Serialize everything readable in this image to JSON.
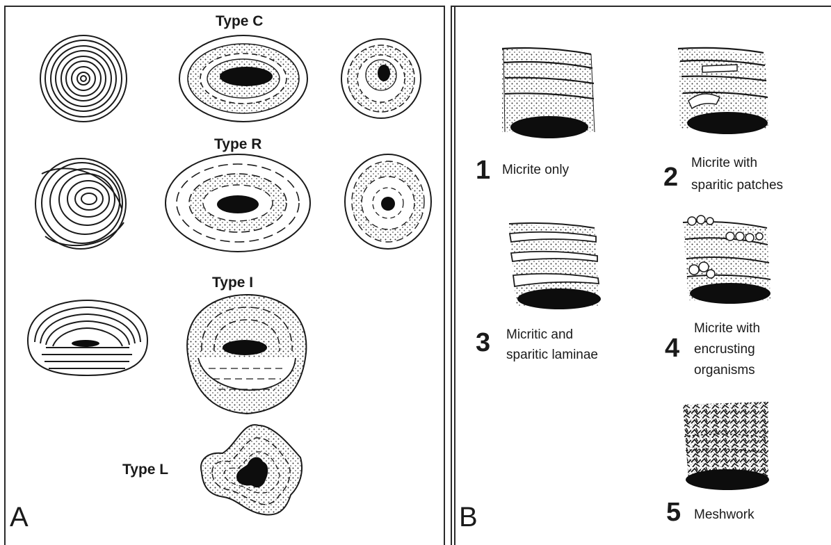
{
  "panel_a": {
    "letter": "A",
    "types": [
      "Type  C",
      "Type R",
      "Type  I",
      "Type  L"
    ]
  },
  "panel_b": {
    "letter": "B",
    "fabrics": [
      {
        "num": "1",
        "line1": "Micrite only",
        "line2": "",
        "line3": ""
      },
      {
        "num": "2",
        "line1": "Micrite with",
        "line2": "sparitic patches",
        "line3": ""
      },
      {
        "num": "3",
        "line1": "Micritic and",
        "line2": "sparitic laminae",
        "line3": ""
      },
      {
        "num": "4",
        "line1": "Micrite with",
        "line2": "encrusting",
        "line3": "organisms"
      },
      {
        "num": "5",
        "line1": "Meshwork",
        "line2": "",
        "line3": ""
      }
    ]
  }
}
